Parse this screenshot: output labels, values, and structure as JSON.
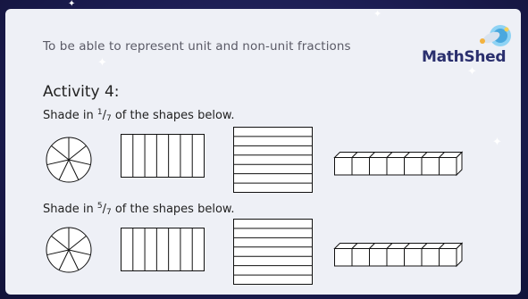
{
  "objective": "To be able to represent unit and non-unit fractions",
  "logo": {
    "text": "MathShed"
  },
  "activity": {
    "title": "Activity 4:"
  },
  "rows": [
    {
      "prefix": "Shade in ",
      "numerator": "1",
      "slash": "/",
      "denominator": "7",
      "suffix": " of the shapes below."
    },
    {
      "prefix": "Shade in ",
      "numerator": "5",
      "slash": "/",
      "denominator": "7",
      "suffix": " of the shapes below."
    }
  ],
  "shapes": {
    "circle_sections": 7,
    "vertical_rect_sections": 7,
    "horizontal_rect_sections": 7,
    "cube_count": 7
  },
  "colors": {
    "background": "#1c1d52",
    "panel": "#eef0f6",
    "logo_text": "#2a2f6e",
    "line": "#111111"
  }
}
